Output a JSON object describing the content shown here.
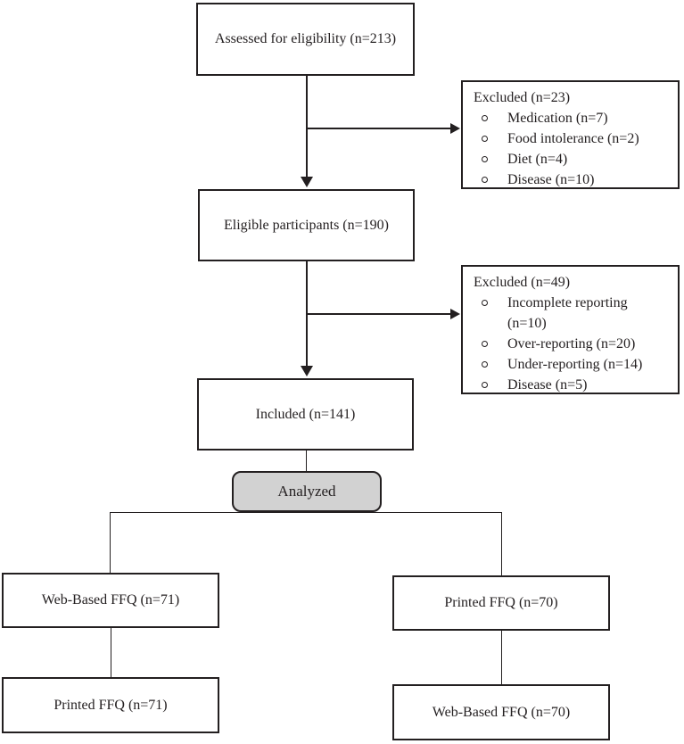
{
  "figure": {
    "type": "flow-diagram",
    "description": "Participant flow chart"
  },
  "colors": {
    "line": "#231f20",
    "text": "#231f20",
    "box_fill": "#ffffff",
    "analyzed_fill": "#d2d2d2",
    "background": "#ffffff"
  },
  "flow": {
    "assessed": {
      "label": "Assessed for eligibility (n=213)"
    },
    "excluded_1": {
      "title": "Excluded (n=23)",
      "bullet": "circle-outline",
      "items": [
        "Medication (n=7)",
        "Food intolerance (n=2)",
        "Diet (n=4)",
        "Disease (n=10)"
      ]
    },
    "eligible": {
      "label": "Eligible participants (n=190)"
    },
    "excluded_2": {
      "title": "Excluded (n=49)",
      "bullet": "circle-outline",
      "items": [
        "Incomplete reporting (n=10)",
        "Over-reporting (n=20)",
        "Under-reporting (n=14)",
        "Disease (n=5)"
      ]
    },
    "included": {
      "label": "Included (n=141)"
    },
    "analyzed": {
      "label": "Analyzed"
    },
    "sequence_left": {
      "first": "Web-Based FFQ (n=71)",
      "second": "Printed FFQ (n=71)"
    },
    "sequence_right": {
      "first": "Printed FFQ (n=70)",
      "second": "Web-Based FFQ (n=70)"
    }
  }
}
